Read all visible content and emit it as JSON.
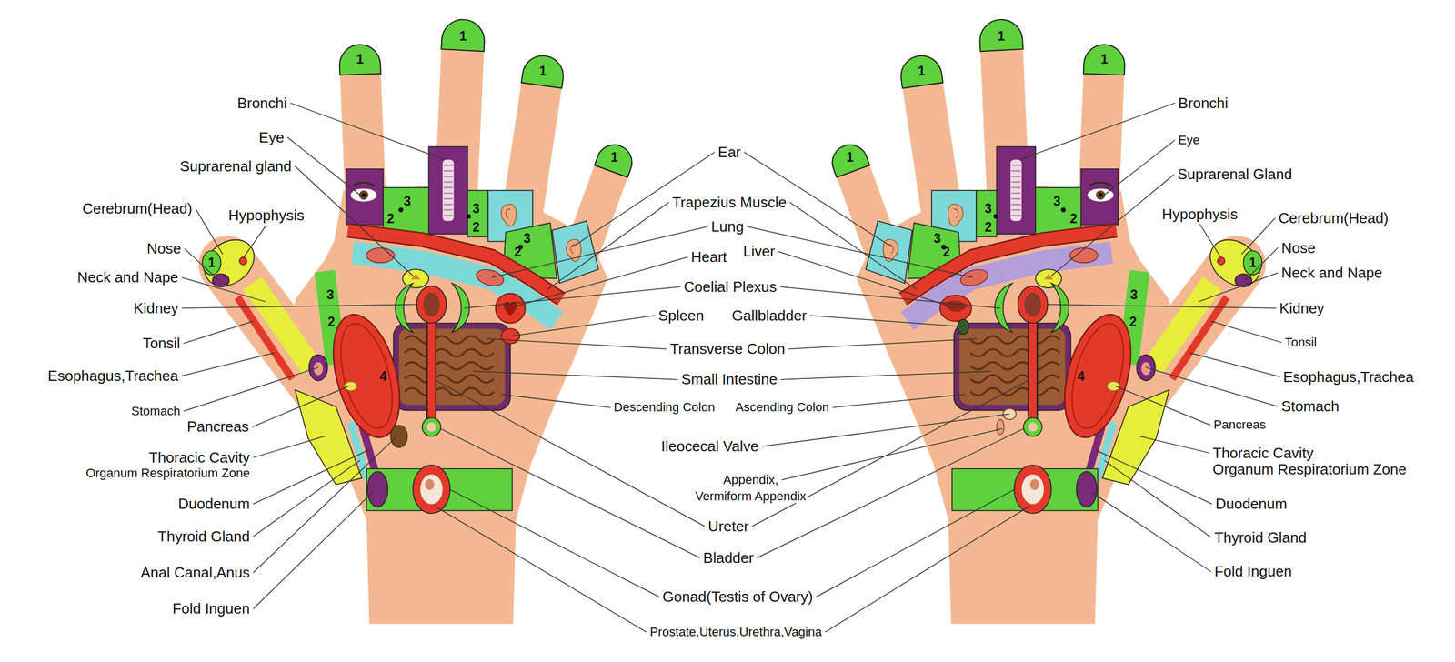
{
  "diagram": {
    "labels": [
      "Bronchi",
      "Eye",
      "Suprarenal gland",
      "Cerebrum(Head)",
      "Hypophysis",
      "Nose",
      "Neck and Nape",
      "Kidney",
      "Tonsil",
      "Esophagus,Trachea",
      "Stomach",
      "Pancreas",
      "Thoracic Cavity",
      "Organum Respiratorium Zone",
      "Duodenum",
      "Thyroid Gland",
      "Anal Canal,Anus",
      "Fold Inguen",
      "Ear",
      "Trapezius Muscle",
      "Lung",
      "Heart",
      "Liver",
      "Coelial Plexus",
      "Spleen",
      "Gallbladder",
      "Transverse Colon",
      "Small Intestine",
      "Descending Colon",
      "Ascending Colon",
      "Ileocecal Valve",
      "Appendix,",
      "Vermiform Appendix",
      "Ureter",
      "Bladder",
      "Gonad(Testis of Ovary)",
      "Prostate,Uterus,Urethra,Vagina",
      "Bronchi",
      "Eye",
      "Suprarenal Gland",
      "Hypophysis",
      "Cerebrum(Head)",
      "Nose",
      "Neck and Nape",
      "Kidney",
      "Tonsil",
      "Esophagus,Trachea",
      "Stomach",
      "Pancreas",
      "Thoracic Cavity",
      "Organum Respiratorium Zone",
      "Duodenum",
      "Thyroid Gland",
      "Fold Inguen",
      "1",
      "1",
      "1",
      "1",
      "1",
      "3",
      "3",
      "3",
      "3",
      "2",
      "2",
      "2",
      "2",
      "4",
      "1",
      "1",
      "1",
      "1",
      "1",
      "3",
      "3",
      "3",
      "3",
      "2",
      "2",
      "2",
      "2",
      "4"
    ]
  }
}
